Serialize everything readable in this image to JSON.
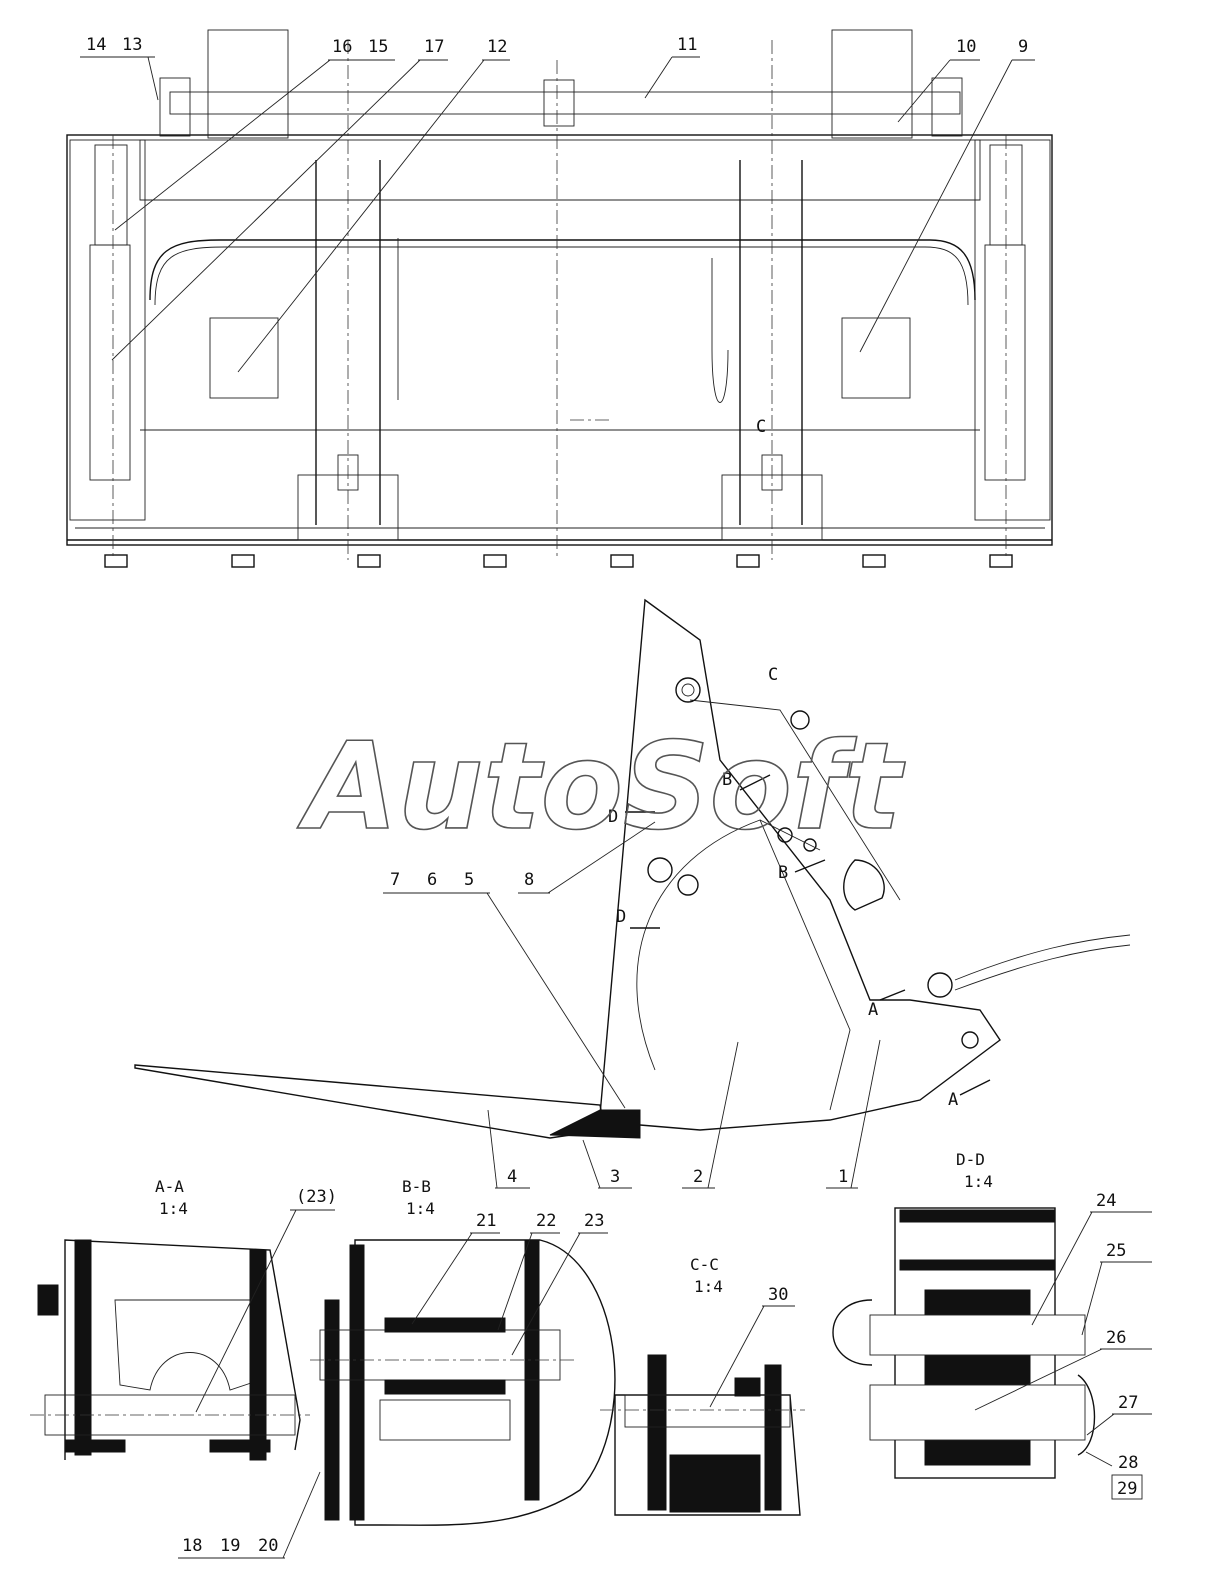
{
  "watermark": "AutoSoft",
  "sections": {
    "aa": {
      "title": "A-A",
      "scale": "1:4"
    },
    "bb": {
      "title": "B-B",
      "scale": "1:4"
    },
    "cc": {
      "title": "C-C",
      "scale": "1:4"
    },
    "dd": {
      "title": "D-D",
      "scale": "1:4"
    }
  },
  "section_letters": {
    "a": "A",
    "b": "B",
    "c": "C",
    "d": "D"
  },
  "callouts": {
    "c1": "1",
    "c2": "2",
    "c3": "3",
    "c4": "4",
    "c5": "5",
    "c6": "6",
    "c7": "7",
    "c8": "8",
    "c9": "9",
    "c10": "10",
    "c11": "11",
    "c12": "12",
    "c13": "13",
    "c14": "14",
    "c15": "15",
    "c16": "16",
    "c17": "17",
    "c18": "18",
    "c19": "19",
    "c20": "20",
    "c21": "21",
    "c22": "22",
    "c23": "23",
    "c23ref": "(23)",
    "c24": "24",
    "c25": "25",
    "c26": "26",
    "c27": "27",
    "c28": "28",
    "c29": "29",
    "c30": "30"
  }
}
